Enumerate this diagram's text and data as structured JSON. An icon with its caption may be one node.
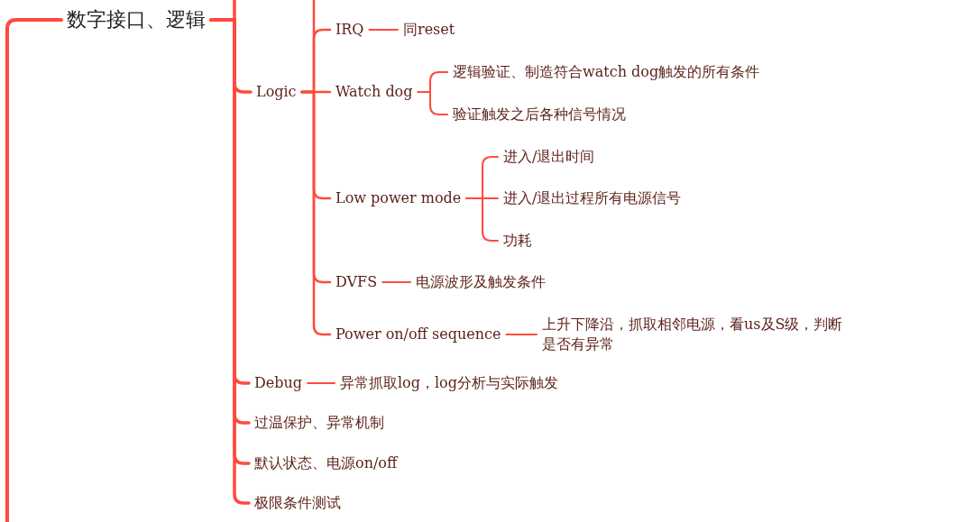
{
  "diagram": {
    "nodes": [
      {
        "text": [
          "数字接口、逻辑"
        ]
      },
      {
        "text": [
          "Logic"
        ]
      },
      {
        "text": [
          "IRQ"
        ]
      },
      {
        "text": [
          "同reset"
        ]
      },
      {
        "text": [
          "Watch dog"
        ]
      },
      {
        "text": [
          "逻辑验证、制造符合watch dog触发的所有条件"
        ]
      },
      {
        "text": [
          "验证触发之后各种信号情况"
        ]
      },
      {
        "text": [
          "Low power mode"
        ]
      },
      {
        "text": [
          "进入/退出时间"
        ]
      },
      {
        "text": [
          "进入/退出过程所有电源信号"
        ]
      },
      {
        "text": [
          "功耗"
        ]
      },
      {
        "text": [
          "DVFS"
        ]
      },
      {
        "text": [
          "电源波形及触发条件"
        ]
      },
      {
        "text": [
          "Power on/off sequence"
        ]
      },
      {
        "text": [
          "上升下降沿，抓取相邻电源，看us及S级，判断是否有异常"
        ]
      },
      {
        "text": [
          "Debug"
        ]
      },
      {
        "text": [
          "异常抓取log，log分析与实际触发"
        ]
      },
      {
        "text": [
          "过温保护、异常机制"
        ]
      },
      {
        "text": [
          "默认状态、电源on/off"
        ]
      },
      {
        "text": [
          "极限条件测试"
        ]
      }
    ],
    "edges": [
      {
        "from": null,
        "to": 0,
        "arrow": "none"
      },
      {
        "from": 0,
        "to": null,
        "arrow": "none"
      },
      {
        "from": 0,
        "to": 1,
        "arrow": "none"
      },
      {
        "from": 1,
        "to": null,
        "arrow": "none"
      },
      {
        "from": 1,
        "to": 2,
        "arrow": "none"
      },
      {
        "from": 2,
        "to": 3,
        "arrow": "none"
      },
      {
        "from": 1,
        "to": 4,
        "arrow": "none"
      },
      {
        "from": 4,
        "to": 5,
        "arrow": "none"
      },
      {
        "from": 4,
        "to": 6,
        "arrow": "none"
      },
      {
        "from": 1,
        "to": 7,
        "arrow": "none"
      },
      {
        "from": 7,
        "to": 8,
        "arrow": "none"
      },
      {
        "from": 7,
        "to": 9,
        "arrow": "none"
      },
      {
        "from": 7,
        "to": 10,
        "arrow": "none"
      },
      {
        "from": 1,
        "to": 11,
        "arrow": "none"
      },
      {
        "from": 11,
        "to": 12,
        "arrow": "none"
      },
      {
        "from": 1,
        "to": 13,
        "arrow": "none"
      },
      {
        "from": 13,
        "to": 14,
        "arrow": "none"
      },
      {
        "from": 0,
        "to": 15,
        "arrow": "none"
      },
      {
        "from": 15,
        "to": 16,
        "arrow": "none"
      },
      {
        "from": 0,
        "to": 17,
        "arrow": "none"
      },
      {
        "from": 0,
        "to": 18,
        "arrow": "none"
      },
      {
        "from": 0,
        "to": 19,
        "arrow": "none"
      }
    ]
  }
}
